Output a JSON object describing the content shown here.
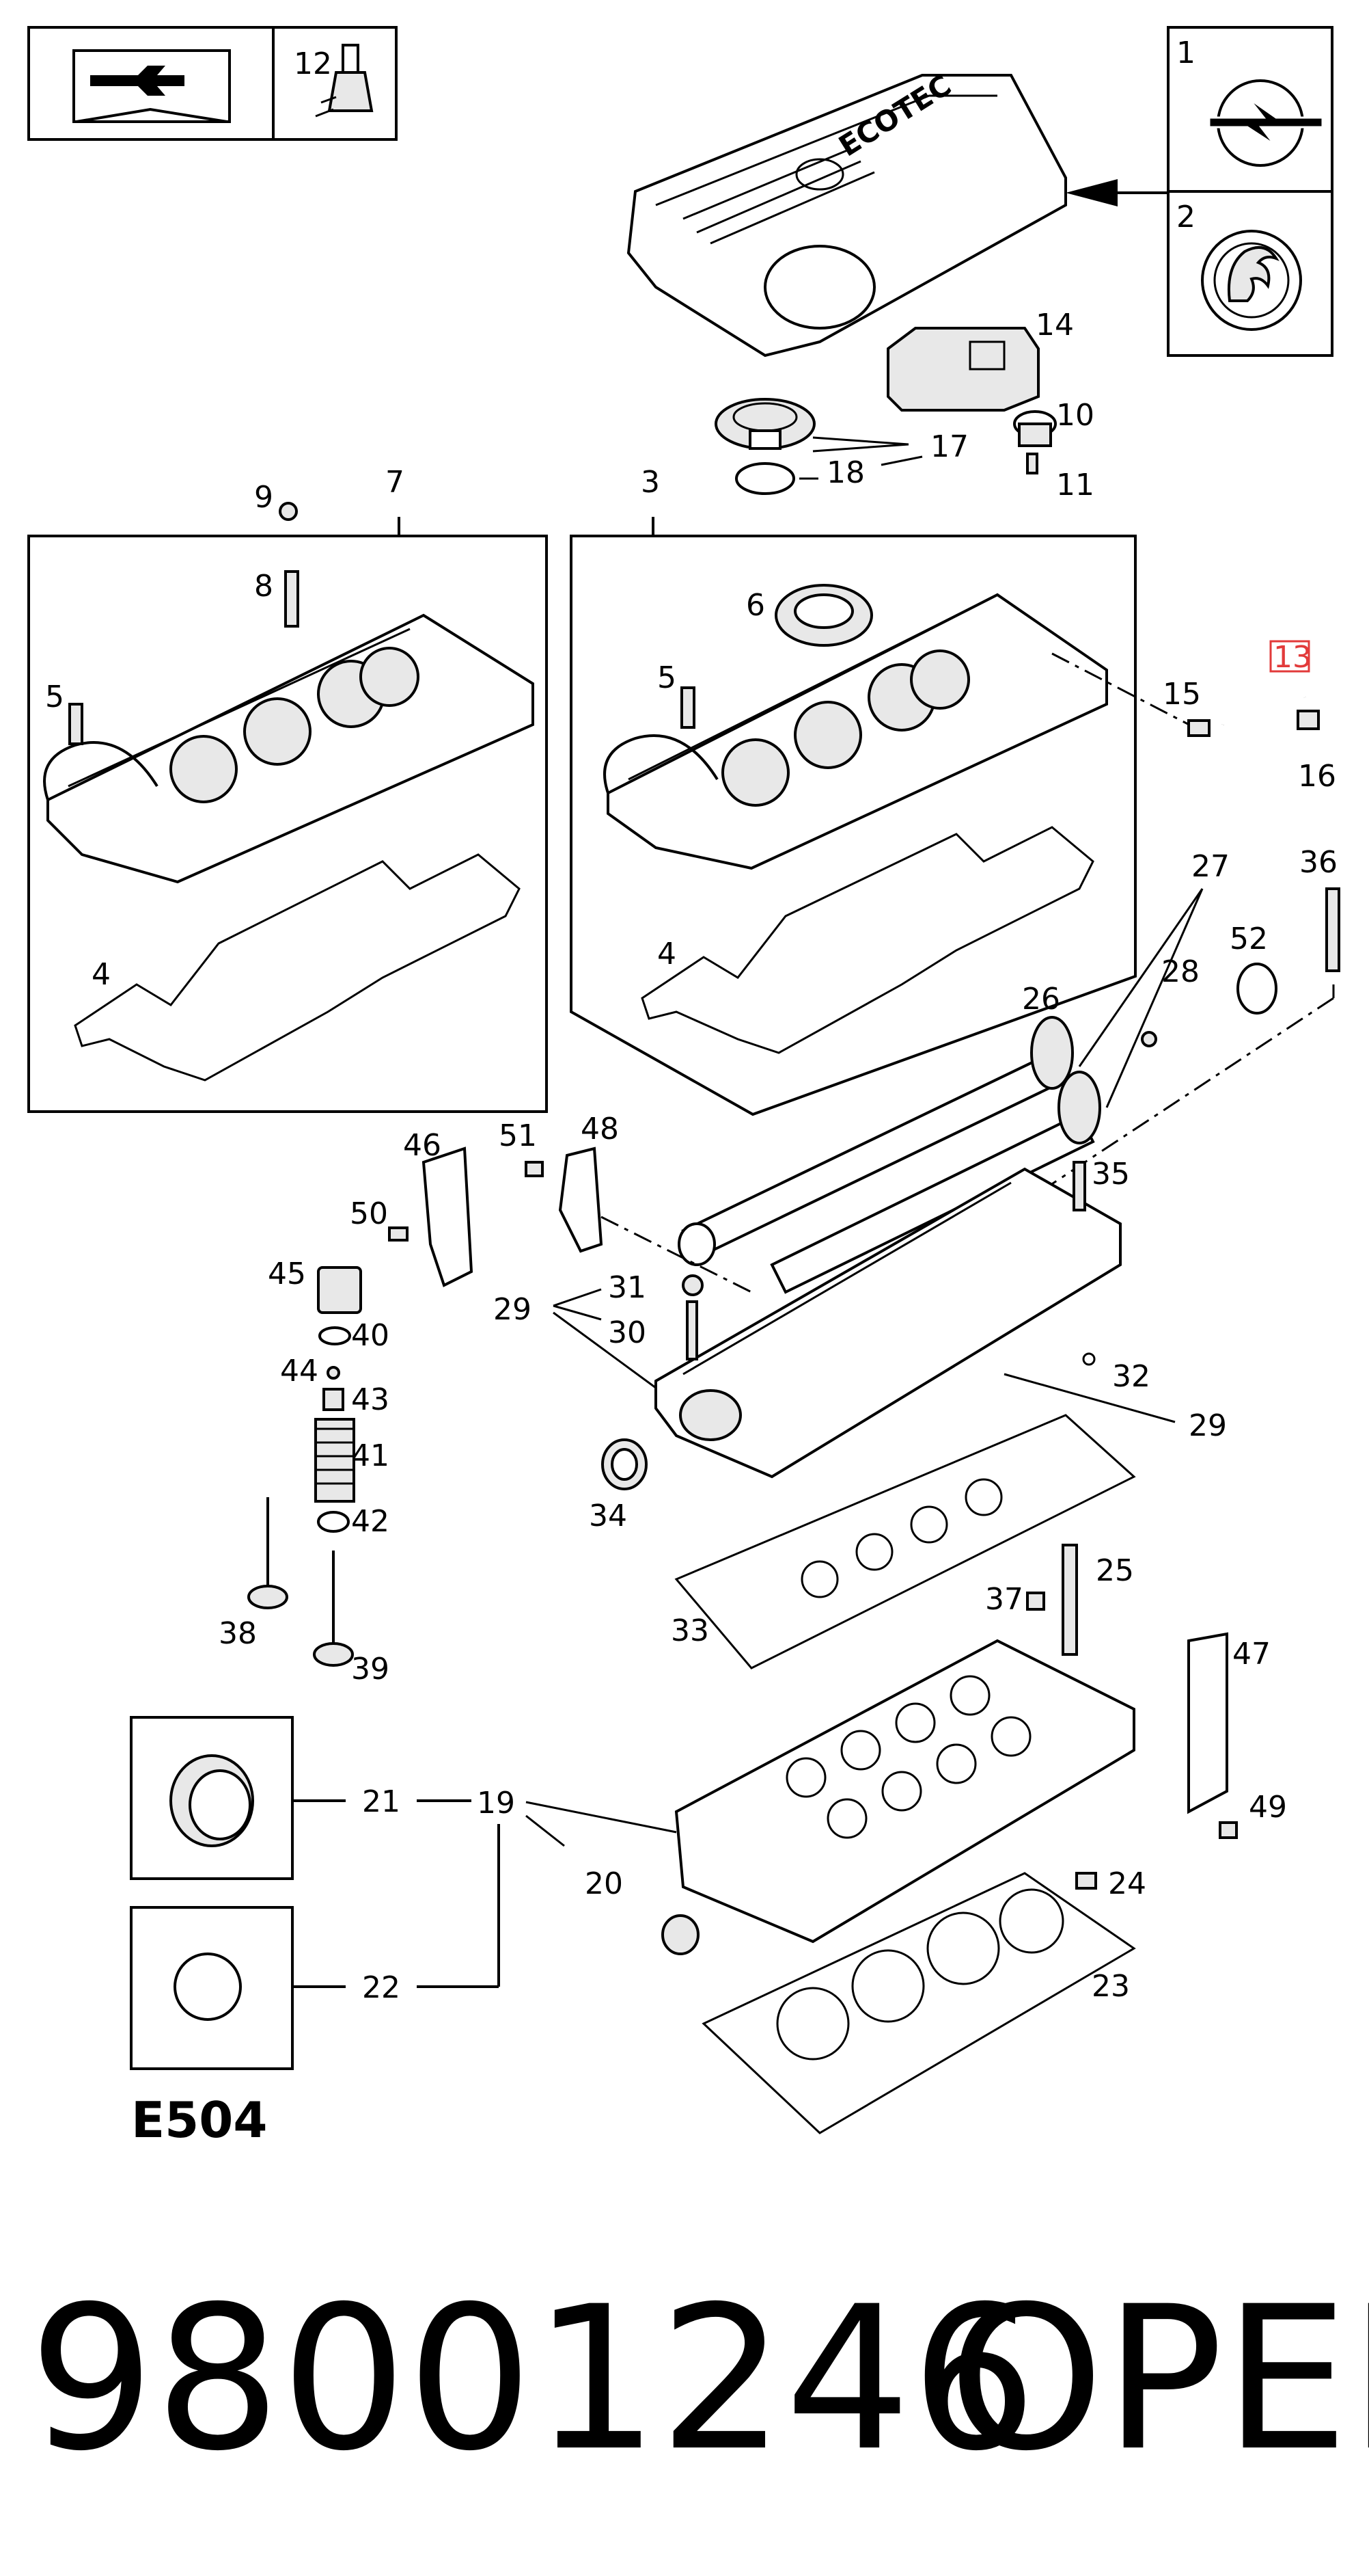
{
  "diagram": {
    "code": "E504",
    "part_number": "98001246",
    "brand": "OPEL",
    "highlighted_callout": "13",
    "highlight_color": "#e23a3a",
    "icons": [
      "manual-book-wrench-icon",
      "sealant-bottle-icon",
      "opel-logo-icon",
      "vauxhall-logo-icon"
    ],
    "cover_text": "ECOTEC",
    "callouts": {
      "c1": "1",
      "c2": "2",
      "c3": "3",
      "c4a": "4",
      "c4b": "4",
      "c5a": "5",
      "c5b": "5",
      "c6": "6",
      "c7": "7",
      "c8": "8",
      "c9": "9",
      "c10": "10",
      "c11": "11",
      "c12": "12",
      "c13": "13",
      "c14": "14",
      "c15": "15",
      "c16": "16",
      "c17": "17",
      "c18": "18",
      "c19": "19",
      "c20": "20",
      "c21": "21",
      "c22": "22",
      "c23": "23",
      "c24": "24",
      "c25": "25",
      "c26": "26",
      "c27": "27",
      "c28": "28",
      "c29a": "29",
      "c29b": "29",
      "c30": "30",
      "c31": "31",
      "c32": "32",
      "c33": "33",
      "c34": "34",
      "c35": "35",
      "c36": "36",
      "c37": "37",
      "c38": "38",
      "c39": "39",
      "c40": "40",
      "c41": "41",
      "c42": "42",
      "c43": "43",
      "c44": "44",
      "c45": "45",
      "c46": "46",
      "c47": "47",
      "c48": "48",
      "c49": "49",
      "c50": "50",
      "c51": "51",
      "c52": "52"
    }
  }
}
